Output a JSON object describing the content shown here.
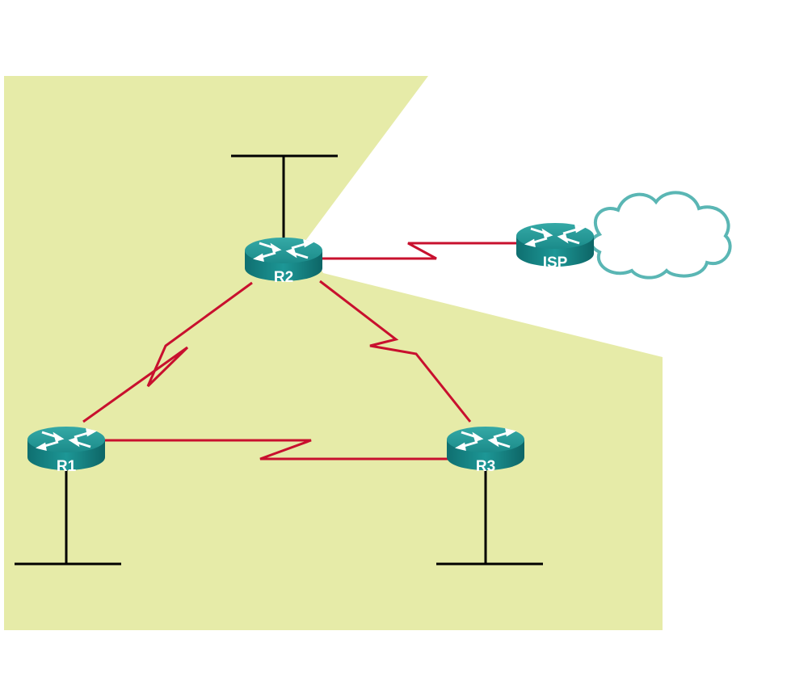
{
  "routers": [
    {
      "id": "R2",
      "label": "R2"
    },
    {
      "id": "ISP",
      "label": "ISP"
    },
    {
      "id": "R1",
      "label": "R1"
    },
    {
      "id": "R3",
      "label": "R3"
    }
  ],
  "colors": {
    "area": "#e6eba8",
    "serial_link": "#c8102e",
    "ethernet": "#000000",
    "router": "#1a8a8a",
    "cloud_stroke": "#5ab6b4"
  },
  "icons": [
    "router-icon",
    "cloud-icon"
  ]
}
